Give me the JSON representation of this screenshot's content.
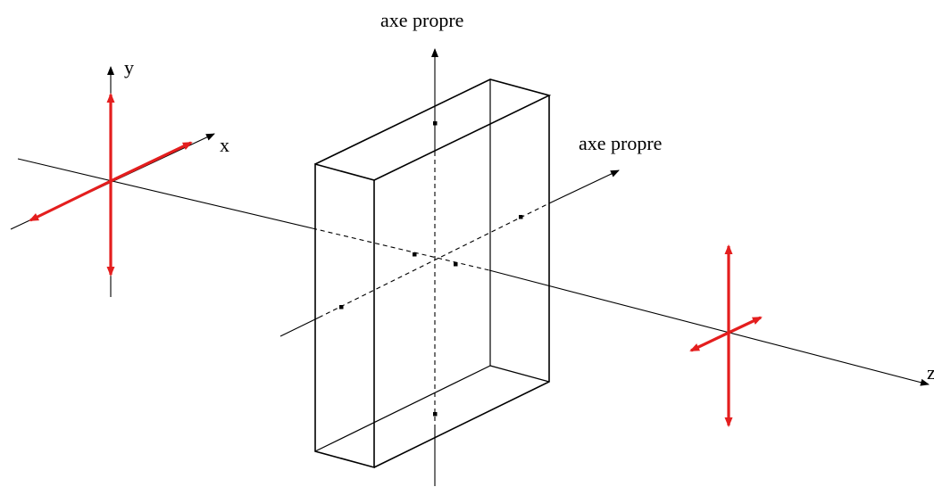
{
  "labels": {
    "axe_propre_vertical": "axe propre",
    "axe_propre_oblique": "axe propre",
    "axis_x": "x",
    "axis_y": "y",
    "axis_z": "z"
  },
  "colors": {
    "lines": "#000000",
    "polarization": "#e41e1e",
    "background": "#ffffff"
  }
}
